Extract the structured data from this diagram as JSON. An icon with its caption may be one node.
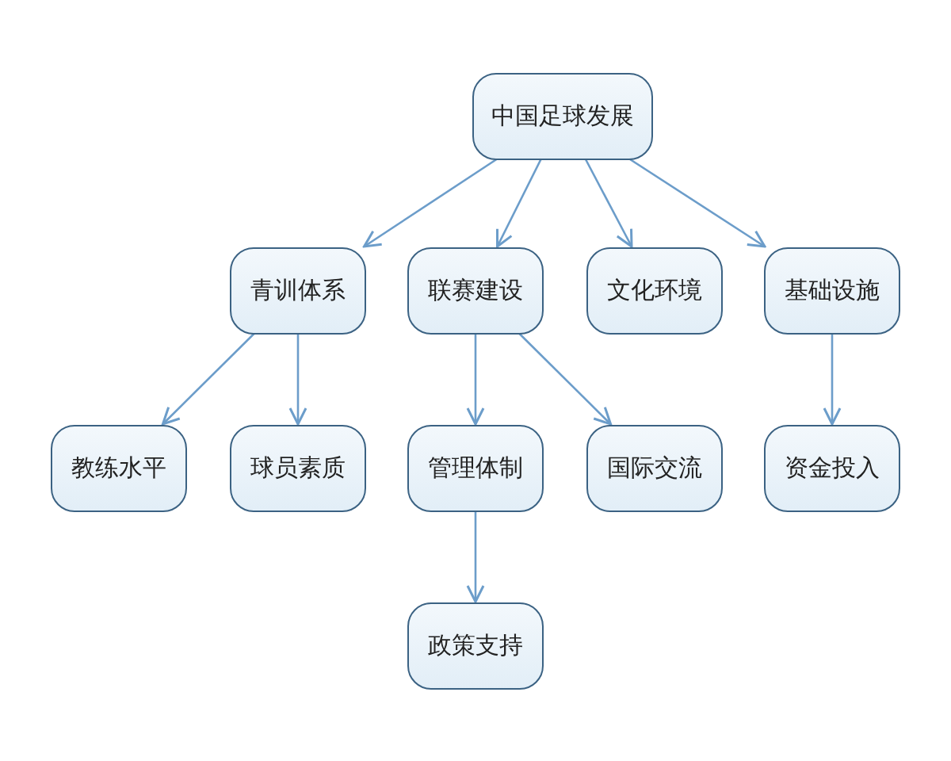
{
  "diagram": {
    "nodes": [
      {
        "text": [
          "中国足球发展"
        ]
      },
      {
        "text": [
          "青训体系"
        ]
      },
      {
        "text": [
          "联赛建设"
        ]
      },
      {
        "text": [
          "文化环境"
        ]
      },
      {
        "text": [
          "基础设施"
        ]
      },
      {
        "text": [
          "教练水平"
        ]
      },
      {
        "text": [
          "球员素质"
        ]
      },
      {
        "text": [
          "管理体制"
        ]
      },
      {
        "text": [
          "国际交流"
        ]
      },
      {
        "text": [
          "资金投入"
        ]
      },
      {
        "text": [
          "政策支持"
        ]
      }
    ],
    "edges": [
      {
        "from": 0,
        "to": 1,
        "arrow": "to"
      },
      {
        "from": 0,
        "to": 2,
        "arrow": "to"
      },
      {
        "from": 0,
        "to": 3,
        "arrow": "to"
      },
      {
        "from": 0,
        "to": 4,
        "arrow": "to"
      },
      {
        "from": 1,
        "to": 5,
        "arrow": "to"
      },
      {
        "from": 1,
        "to": 6,
        "arrow": "to"
      },
      {
        "from": 2,
        "to": 7,
        "arrow": "to"
      },
      {
        "from": 2,
        "to": 8,
        "arrow": "to"
      },
      {
        "from": 4,
        "to": 9,
        "arrow": "to"
      },
      {
        "from": 7,
        "to": 10,
        "arrow": "to"
      }
    ]
  }
}
